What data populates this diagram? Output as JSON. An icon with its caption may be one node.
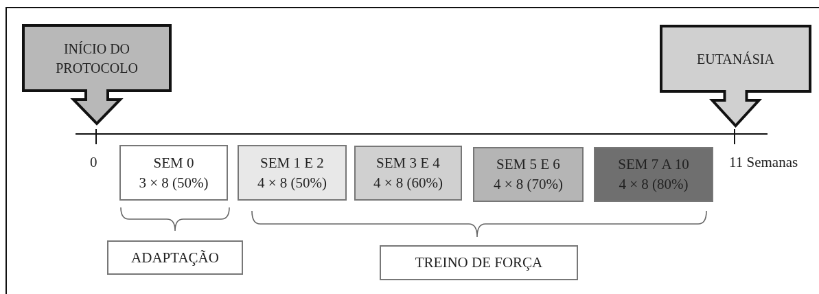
{
  "diagram": {
    "nodes": [
      {
        "text": [
          "INÍCIO DO PROTOCOLO"
        ]
      },
      {
        "text": [
          "EUTANÁSIA"
        ]
      },
      {
        "text": [
          "SEM 0",
          "3 × 8 (50%)"
        ]
      },
      {
        "text": [
          "SEM 1 E 2",
          "4 × 8 (50%)"
        ]
      },
      {
        "text": [
          "SEM 3 E 4",
          "4 × 8 (60%)"
        ]
      },
      {
        "text": [
          "SEM 5 E 6",
          "4 × 8 (70%)"
        ]
      },
      {
        "text": [
          "SEM 7 A 10",
          "4 × 8 (80%)"
        ]
      },
      {
        "text": [
          "ADAPTAÇÃO"
        ]
      },
      {
        "text": [
          "TREINO DE FORÇA"
        ]
      }
    ],
    "labels": [
      "0",
      "11 Semanas"
    ]
  }
}
